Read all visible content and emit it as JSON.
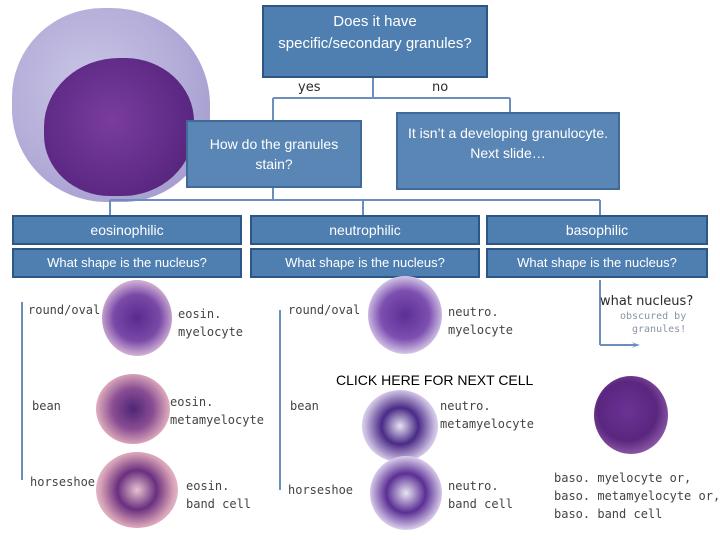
{
  "top_question": "Does it have specific/secondary granules?",
  "branches": {
    "yes": "yes",
    "no": "no"
  },
  "stain_question": "How do the granules stain?",
  "no_result": "It isn’t a developing granulocyte. Next slide…",
  "categories": [
    {
      "label": "eosinophilic",
      "question": "What shape is the nucleus?"
    },
    {
      "label": "neutrophilic",
      "question": "What shape is the nucleus?"
    },
    {
      "label": "basophilic",
      "question": "What shape is the nucleus?"
    }
  ],
  "eos": {
    "shape_round": "round/oval",
    "name_round_1": "eosin.",
    "name_round_2": "myelocyte",
    "shape_bean": "bean",
    "name_bean_1": "eosin.",
    "name_bean_2": "metamyelocyte",
    "shape_horseshoe": "horseshoe",
    "name_horseshoe_1": "eosin.",
    "name_horseshoe_2": "band cell"
  },
  "neu": {
    "shape_round": "round/oval",
    "name_round_1": "neutro.",
    "name_round_2": "myelocyte",
    "shape_bean": "bean",
    "name_bean_1": "neutro.",
    "name_bean_2": "metamyelocyte",
    "shape_horseshoe": "horseshoe",
    "name_horseshoe_1": "neutro.",
    "name_horseshoe_2": "band cell"
  },
  "baso": {
    "question": "what nucleus?",
    "note_1": "obscured by",
    "note_2": "granules!",
    "result_1": "baso. myelocyte or,",
    "result_2": "baso. metamyelocyte or,",
    "result_3": "baso. band cell"
  },
  "next_cell": "CLICK HERE FOR NEXT CELL"
}
